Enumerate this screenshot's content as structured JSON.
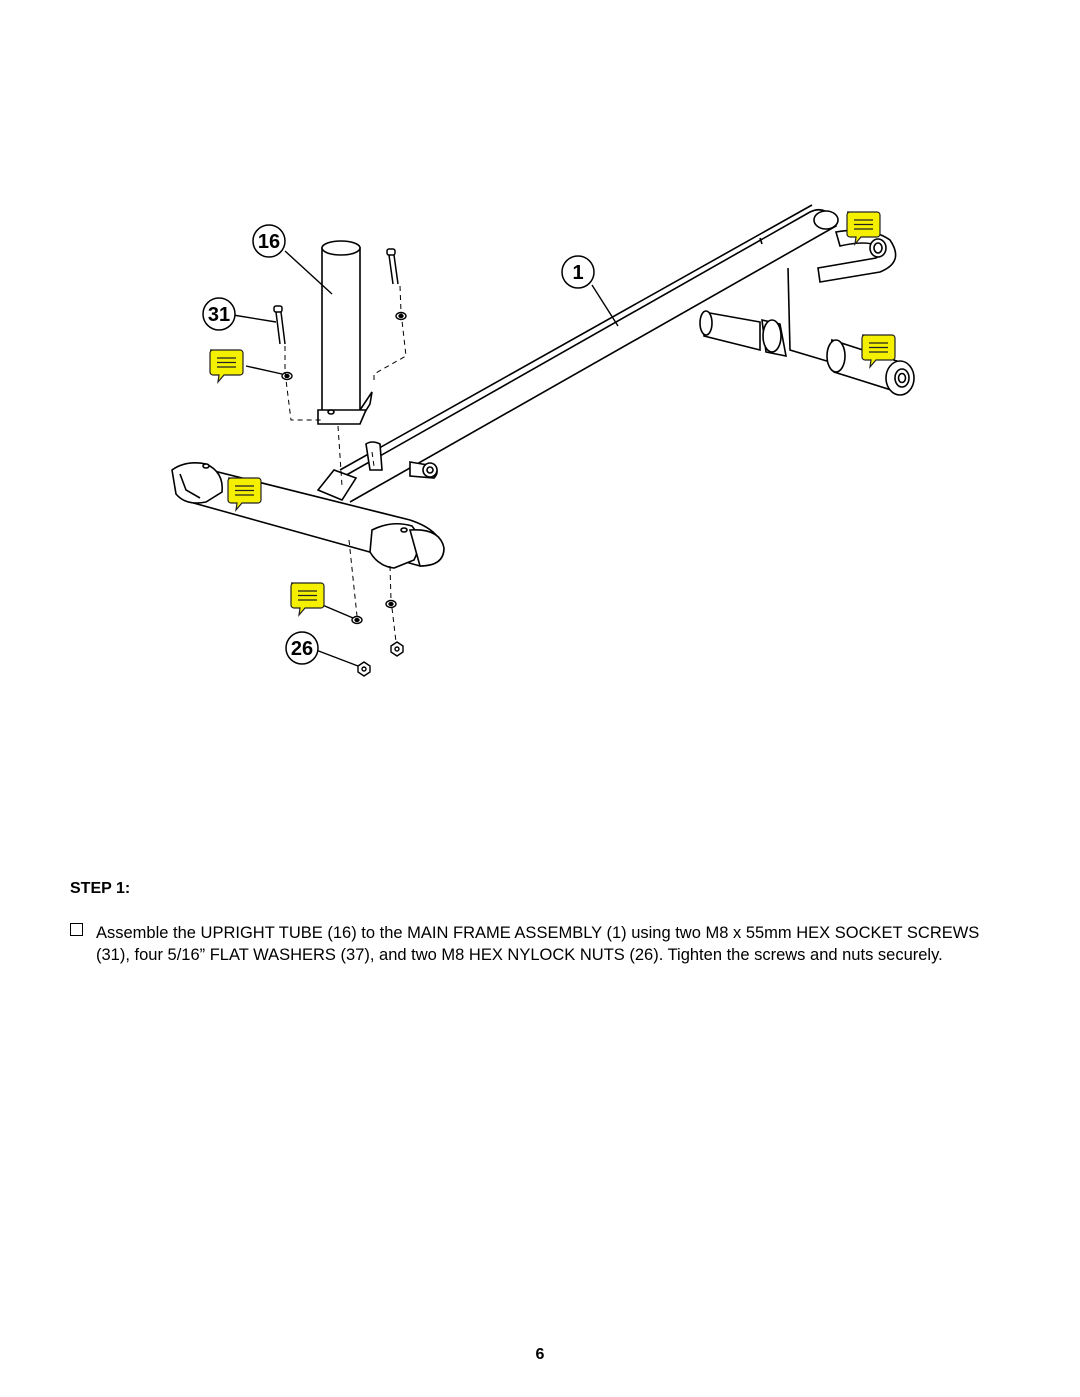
{
  "diagram": {
    "callouts": {
      "upright_tube": "16",
      "main_frame": "1",
      "hex_screw": "31",
      "nylock_nut": "26"
    },
    "note_color": "#f4f000",
    "note_icon": "comment-note-icon"
  },
  "step": {
    "heading": "STEP 1:",
    "bullet_icon": "checkbox-bullet-icon",
    "instruction": "Assemble the UPRIGHT TUBE (16) to the MAIN FRAME ASSEMBLY (1) using two M8 x 55mm HEX SOCKET SCREWS (31), four 5/16” FLAT WASHERS (37), and two M8 HEX NYLOCK NUTS (26). Tighten the screws and nuts securely."
  },
  "page": {
    "number": "6"
  }
}
